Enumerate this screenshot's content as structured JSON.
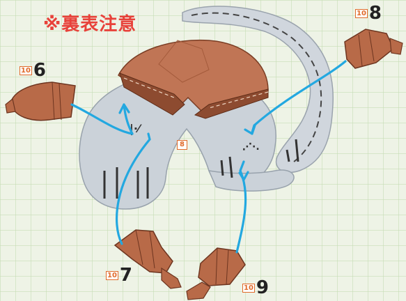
{
  "warning": "※裏表注意",
  "labels": {
    "center": "8",
    "parts": [
      {
        "box": "10",
        "num": "6"
      },
      {
        "box": "10",
        "num": "7"
      },
      {
        "box": "10",
        "num": "8"
      },
      {
        "box": "10",
        "num": "9"
      }
    ]
  },
  "colors": {
    "warning": "#e8413a",
    "label_box": "#e06a2a",
    "arrow": "#23a8e0",
    "board": "#cdd3da",
    "shell": "#b86a48",
    "grid": "#c7ddb5"
  }
}
